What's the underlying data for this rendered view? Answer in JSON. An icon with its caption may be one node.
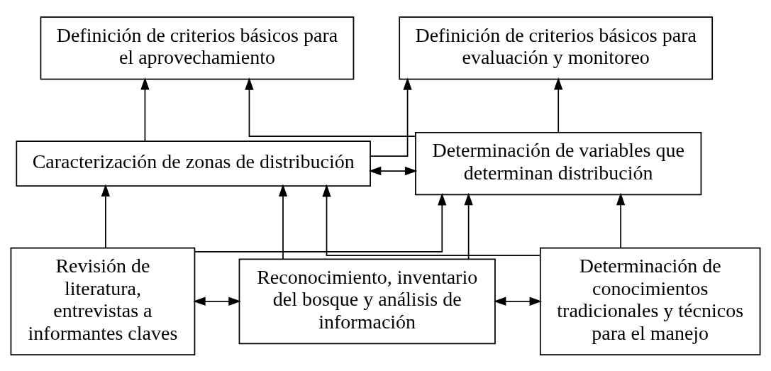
{
  "diagram": {
    "nodes": [
      {
        "text": [
          "Definición de criterios básicos para el aprovechamiento"
        ]
      },
      {
        "text": [
          "Definición de criterios básicos para evaluación y monitoreo"
        ]
      },
      {
        "text": [
          "Caracterización de zonas de distribución"
        ]
      },
      {
        "text": [
          "Determinación de variables que determinan distribución"
        ]
      },
      {
        "text": [
          "Revisión de literatura, entrevistas a informantes claves"
        ]
      },
      {
        "text": [
          "Reconocimiento, inventario del bosque y análisis de información"
        ]
      },
      {
        "text": [
          "Determinación de conocimientos tradicionales y técnicos para el manejo"
        ]
      }
    ],
    "edges": [
      {
        "from": 2,
        "to": 0,
        "arrow": "to"
      },
      {
        "from": 2,
        "to": 1,
        "arrow": "to"
      },
      {
        "from": 3,
        "to": 0,
        "arrow": "to"
      },
      {
        "from": 3,
        "to": 1,
        "arrow": "to"
      },
      {
        "from": 2,
        "to": 3,
        "arrow": "both"
      },
      {
        "from": 4,
        "to": 2,
        "arrow": "to"
      },
      {
        "from": 4,
        "to": 3,
        "arrow": "to"
      },
      {
        "from": 5,
        "to": 2,
        "arrow": "to"
      },
      {
        "from": 5,
        "to": 3,
        "arrow": "to"
      },
      {
        "from": 6,
        "to": 2,
        "arrow": "to"
      },
      {
        "from": 6,
        "to": 3,
        "arrow": "to"
      },
      {
        "from": 4,
        "to": 5,
        "arrow": "both"
      },
      {
        "from": 5,
        "to": 6,
        "arrow": "both"
      }
    ]
  }
}
